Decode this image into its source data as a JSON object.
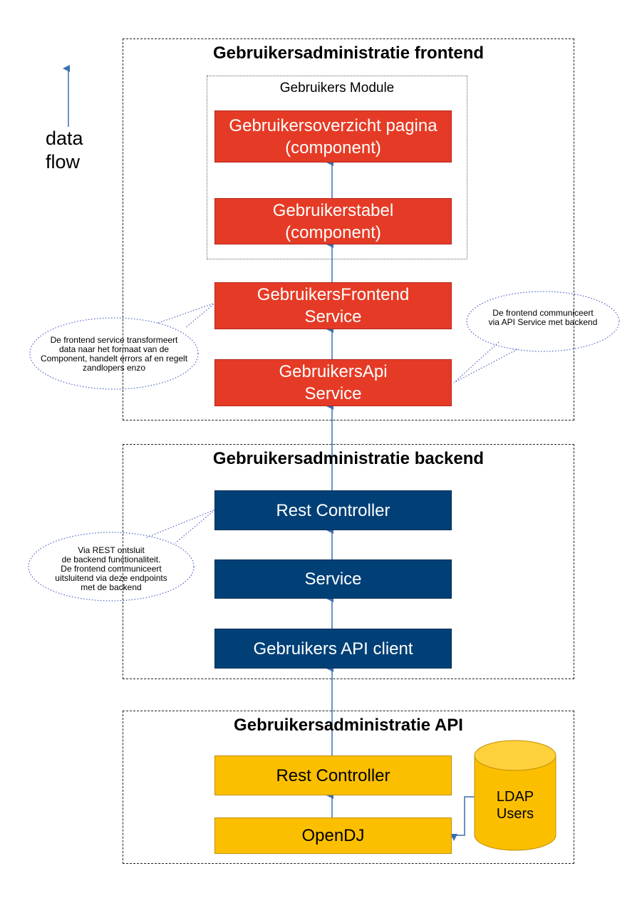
{
  "legend": {
    "text": "data\nflow"
  },
  "frontend": {
    "title": "Gebruikersadministratie frontend",
    "module_title": "Gebruikers Module",
    "boxes": {
      "overview": "Gebruikersoverzicht pagina\n(component)",
      "table": "Gebruikerstabel\n(component)",
      "frontend_service": "GebruikersFrontend\nService",
      "api_service": "GebruikersApi\nService"
    },
    "notes": {
      "transform": "De frontend service transformeert\ndata naar het formaat van de\nComponent, handelt errors af en regelt\nzandlopers enzo",
      "communicate": "De frontend communiceert\nvia API Service met backend"
    }
  },
  "backend": {
    "title": "Gebruikersadministratie backend",
    "boxes": {
      "rest_controller": "Rest Controller",
      "service": "Service",
      "api_client": "Gebruikers API client"
    },
    "notes": {
      "rest": "Via REST ontsluit\nde backend functionaliteit.\nDe frontend communiceert\nuitsluitend via deze endpoints\nmet de backend"
    }
  },
  "api": {
    "title": "Gebruikersadministratie API",
    "boxes": {
      "rest_controller": "Rest Controller",
      "opendj": "OpenDJ"
    },
    "database": "LDAP\nUsers"
  },
  "colors": {
    "red": "#e53b26",
    "navy": "#004077",
    "yellow": "#fbbf00",
    "cylinder": "#fed03c",
    "arrow": "#3a6fb3",
    "note_border": "#4c63c4"
  }
}
